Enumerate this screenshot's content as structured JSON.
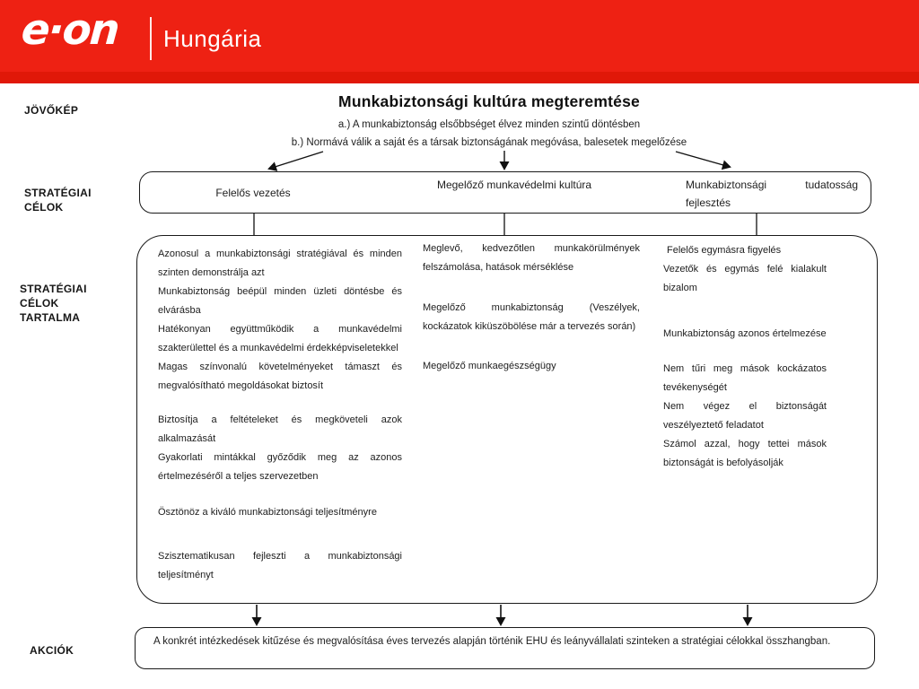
{
  "brand": {
    "logo_text": "e·on",
    "subbrand": "Hungária",
    "red": "#EE2113"
  },
  "side_labels": {
    "vision": "JÖVŐKÉP",
    "goals": "STRATÉGIAI\nCÉLOK",
    "goals_content": "STRATÉGIAI\nCÉLOK\nTARTALMA",
    "actions": "AKCIÓK"
  },
  "vision": {
    "title": "Munkabiztonsági kultúra megteremtése",
    "line_a": "a.) A munkabiztonság elsőbbséget élvez minden szintű döntésben",
    "line_b": "b.) Normává válik a saját és a társak biztonságának megóvása, balesetek megelőzése"
  },
  "goals": {
    "left": "Felelős vezetés",
    "center": "Megelőző munkavédelmi kultúra",
    "right": "Munkabiztonsági tudatosság fejlesztés"
  },
  "details": {
    "col1": [
      "Azonosul a munkabiztonsági stratégiával és minden szinten demonstrálja azt",
      "Munkabiztonság beépül minden üzleti döntésbe és elvárásba",
      "Hatékonyan együttműködik a munkavédelmi szakterülettel és a munkavédelmi érdekképviseletekkel",
      "Magas színvonalú követelményeket támaszt és megvalósítható megoldásokat biztosít",
      "Biztosítja a feltételeket és megköveteli azok alkalmazását",
      "Gyakorlati mintákkal győződik meg az azonos értelmezéséről a teljes szervezetben",
      "Ösztönöz a kiváló munkabiztonsági teljesítményre",
      "Szisztematikusan fejleszti a munkabiztonsági teljesítményt"
    ],
    "col2": [
      "Meglevő, kedvezőtlen munkakörülmények felszámolása, hatások mérséklése",
      "Megelőző munkabiztonság (Veszélyek, kockázatok kiküszöbölése már a tervezés során)",
      "Megelőző munkaegészségügy"
    ],
    "col3": [
      "Felelős egymásra figyelés",
      "Vezetők és egymás felé kialakult bizalom",
      "Munkabiztonság azonos értelmezése",
      "Nem tűri meg mások kockázatos tevékenységét",
      "Nem végez el biztonságát veszélyeztető feladatot",
      "Számol azzal, hogy tettei mások biztonságát is befolyásolják"
    ]
  },
  "actions": {
    "text": "A konkrét intézkedések kitűzése és megvalósítása éves tervezés alapján történik EHU és leányvállalati szinteken a stratégiai célokkal összhangban."
  }
}
